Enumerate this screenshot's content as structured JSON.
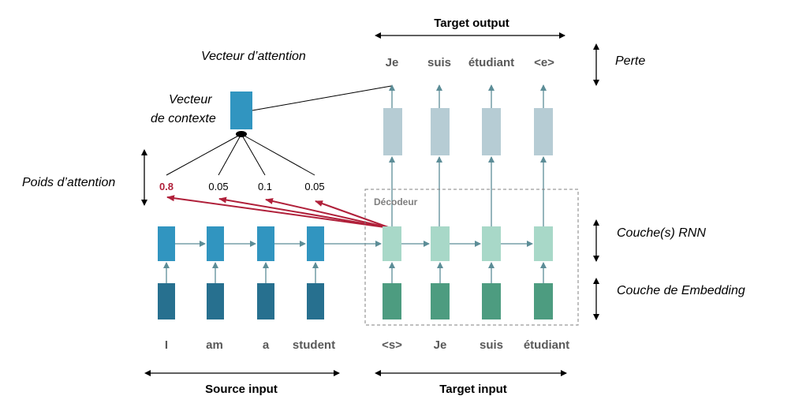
{
  "colors": {
    "source_embedding": "#27708f",
    "source_rnn": "#3195c0",
    "context_vector": "#3195c0",
    "decoder_embedding": "#4d9c80",
    "decoder_rnn": "#a8d8c8",
    "output_layer": "#b6ccd4",
    "attention_arrow": "#b0203a",
    "flow_arrow": "#5c8d97",
    "word_text": "#595959",
    "highlight_weight": "#b0203a"
  },
  "labels": {
    "attention_vector": "Vecteur d’attention",
    "context_vector_line1": "Vecteur",
    "context_vector_line2": "de contexte",
    "attention_weights": "Poids d’attention",
    "loss": "Perte",
    "rnn_layers": "Couche(s) RNN",
    "embedding_layer": "Couche de Embedding",
    "decoder": "Décodeur",
    "source_input": "Source input",
    "target_input": "Target input",
    "target_output": "Target output"
  },
  "source_words": [
    "I",
    "am",
    "a",
    "student"
  ],
  "target_input_words": [
    "<s>",
    "Je",
    "suis",
    "étudiant"
  ],
  "target_output_words": [
    "Je",
    "suis",
    "étudiant",
    "<e>"
  ],
  "attention_weights": [
    "0.8",
    "0.05",
    "0.1",
    "0.05"
  ]
}
